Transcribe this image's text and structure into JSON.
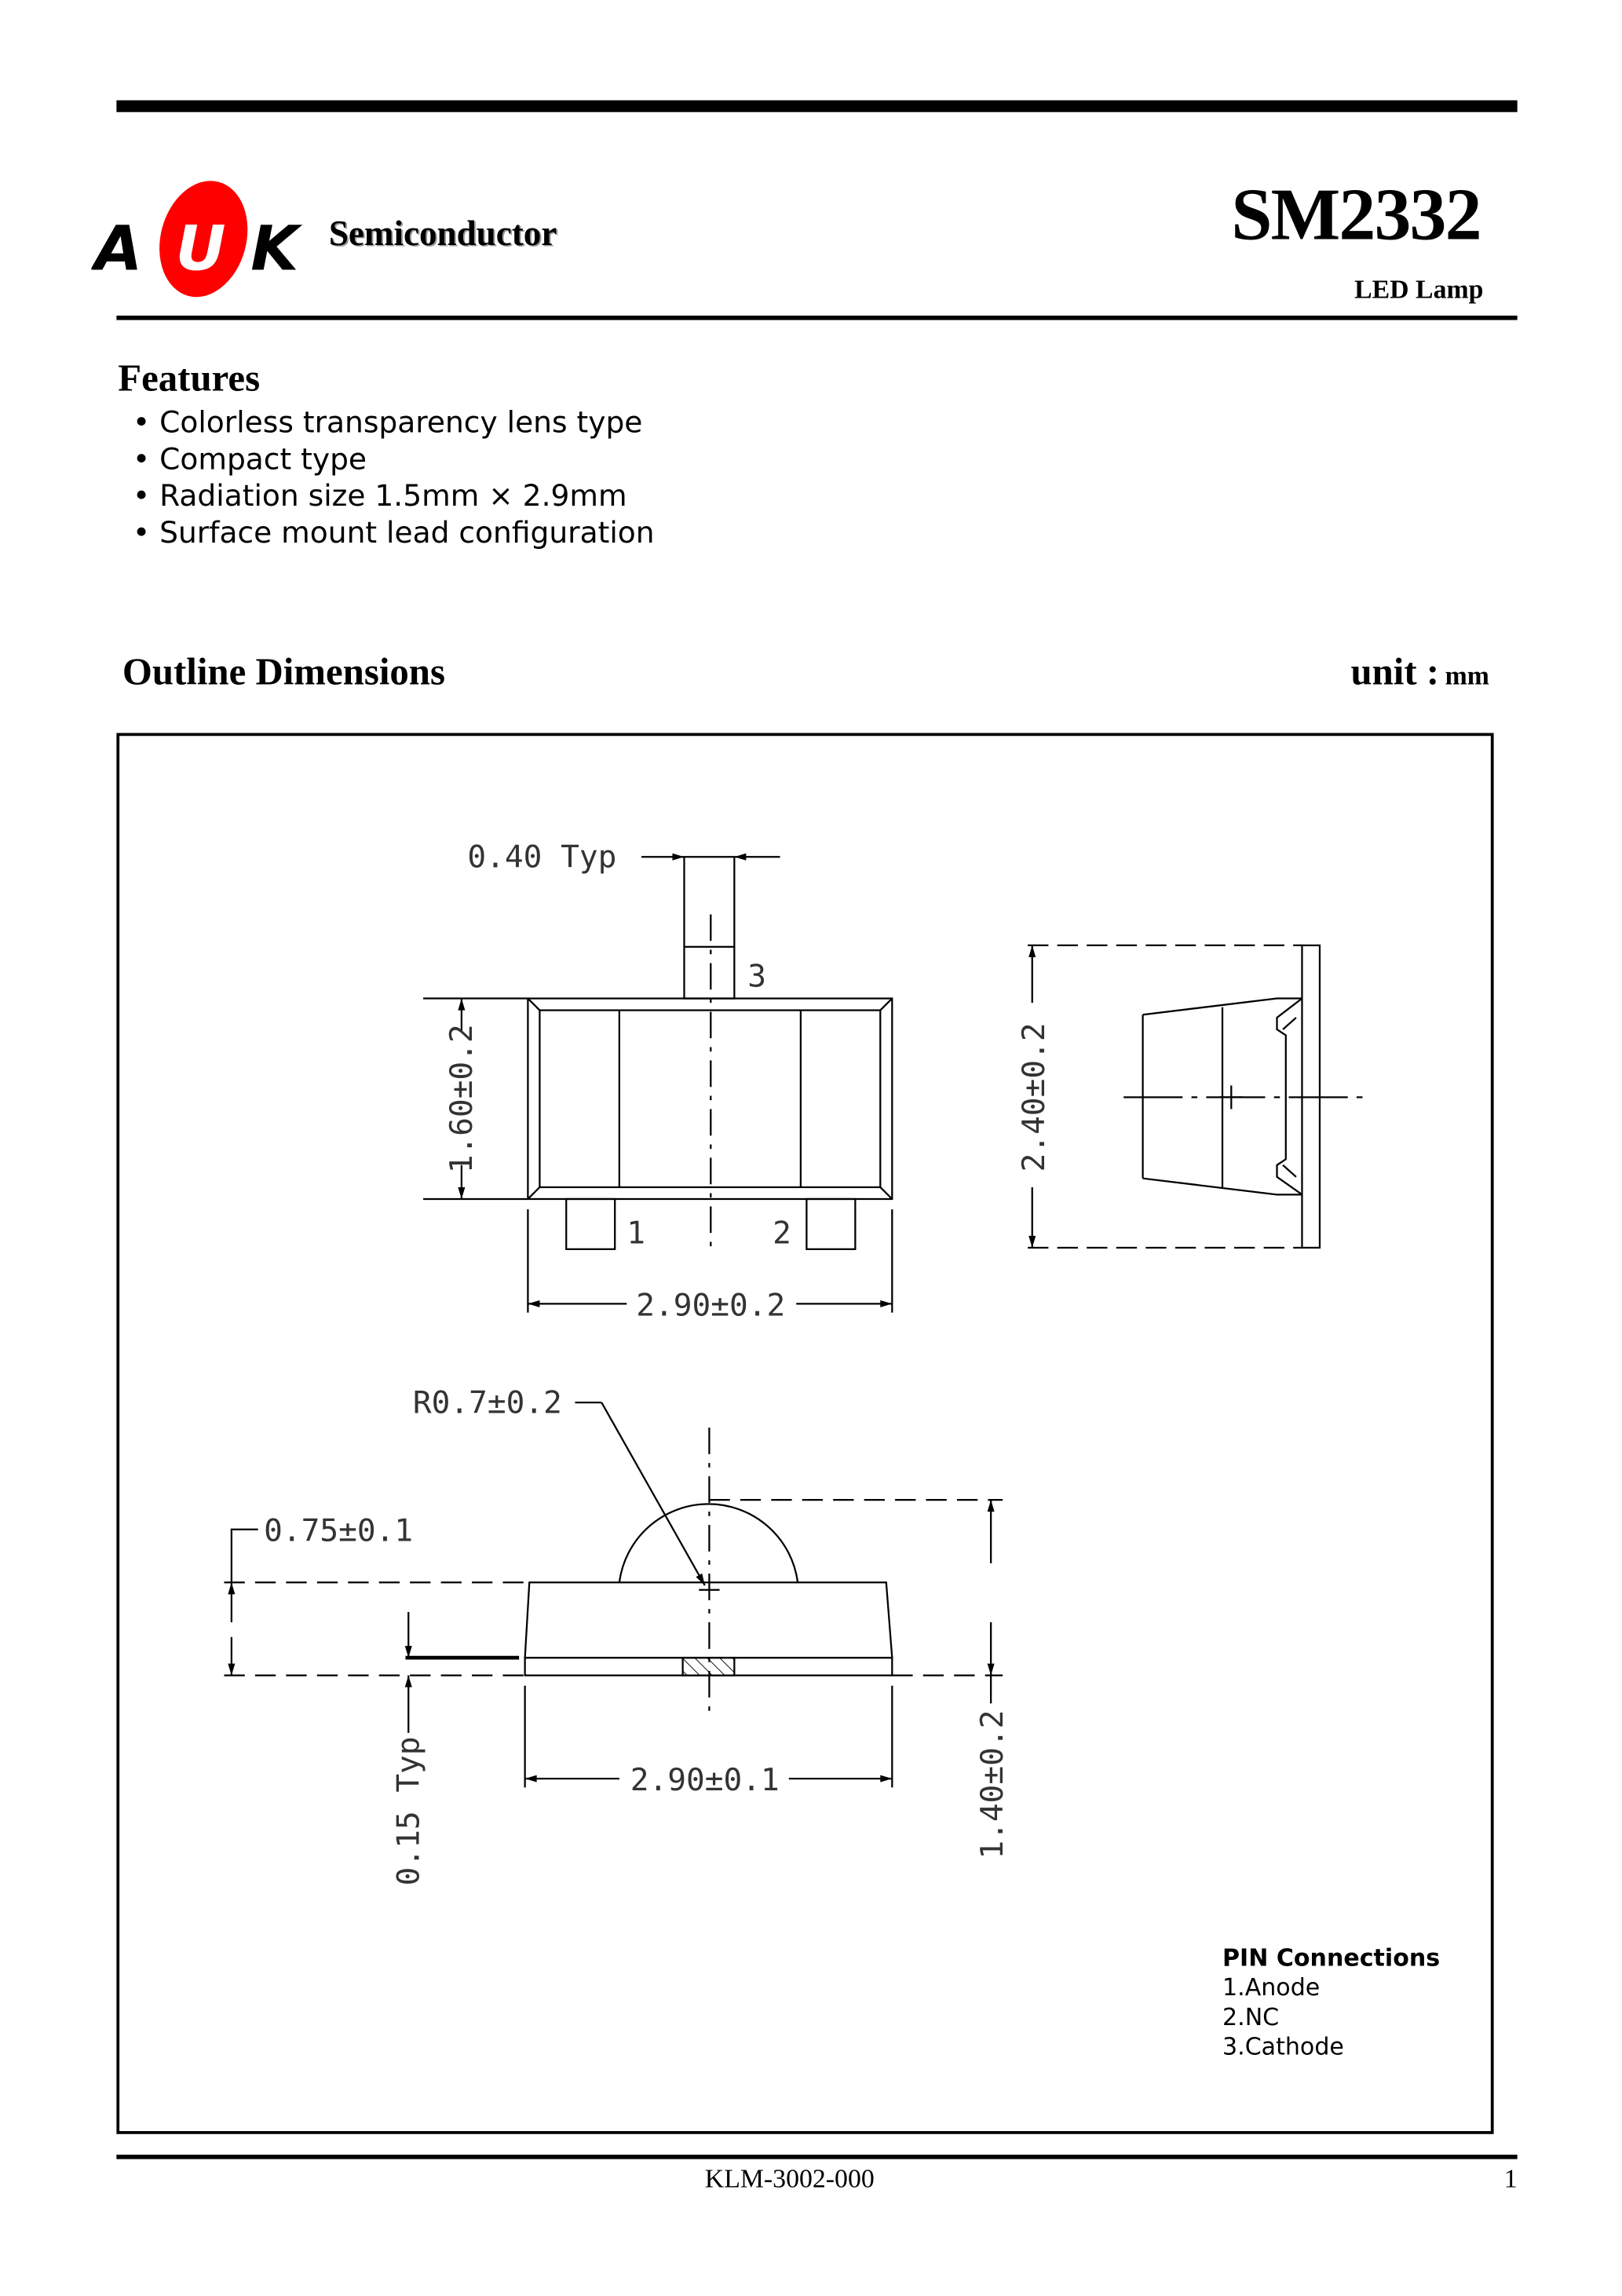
{
  "header": {
    "logo_letters": "AUK",
    "company": "Semiconductor",
    "part_number": "SM2332",
    "product_type": "LED Lamp",
    "logo_color": "#ff0000"
  },
  "features": {
    "title": "Features",
    "items": [
      "Colorless transparency lens type",
      "Compact type",
      "Radiation size 1.5mm × 2.9mm",
      "Surface mount lead configuration"
    ]
  },
  "outline": {
    "title": "Outline Dimensions",
    "unit_label": "unit :",
    "unit": "mm"
  },
  "drawing": {
    "lead_width": "0.40  Typ",
    "body_height": "1.60±0.2",
    "body_width_top": "2.90±0.2",
    "side_width": "2.40±0.2",
    "pin_labels": [
      "1",
      "2",
      "3"
    ],
    "dome_radius": "R0.7±0.2",
    "base_height": "0.75±0.1",
    "lead_thickness": "0.15  Typ",
    "body_width_front": "2.90±0.1",
    "total_height": "1.40±0.2"
  },
  "pins": {
    "title": "PIN Connections",
    "items": [
      "1.Anode",
      "2.NC",
      "3.Cathode"
    ]
  },
  "footer": {
    "doc_number": "KLM-3002-000",
    "page": "1"
  }
}
